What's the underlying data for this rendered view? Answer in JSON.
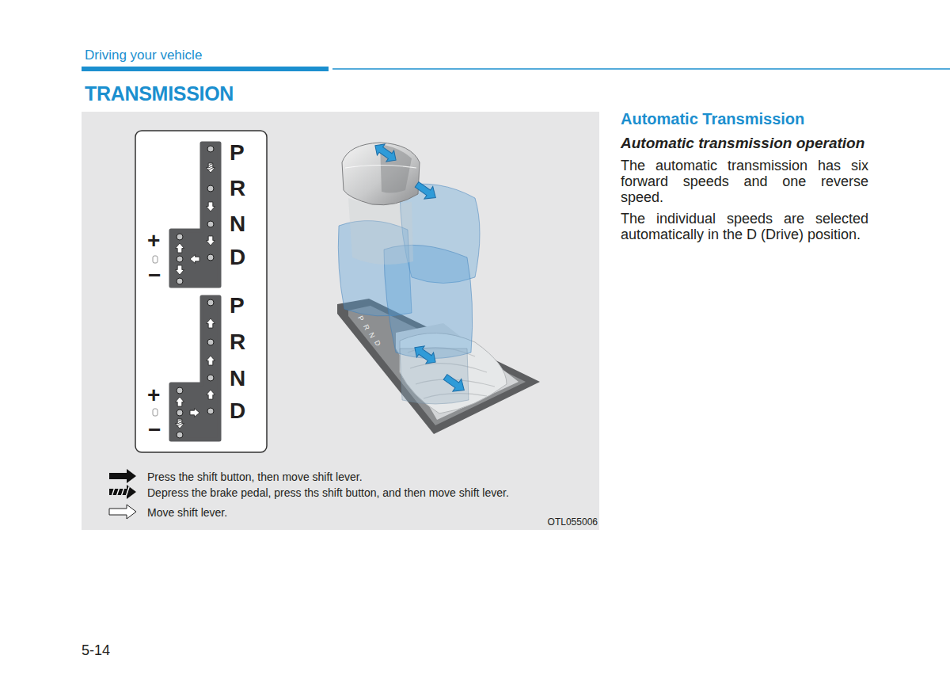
{
  "diagram": {
    "title": "TRANSMISSION",
    "labels": [
      "Driving your vehicle",
      "P",
      "R",
      "N",
      "D",
      "+",
      "−",
      "P",
      "R",
      "N",
      "D",
      "+",
      "−",
      "P",
      "R",
      "N",
      "D",
      "OTL055006",
      "Automatic Transmission",
      "Automatic transmission operation",
      "The automatic transmission has six forward speeds and one reverse speed.",
      "The individual speeds are selected automatically in the D (Drive) position.",
      "5-14"
    ],
    "legend": [
      {
        "text": "Press the shift button, then move shift lever."
      },
      {
        "text": "Depress the brake pedal, press ths shift button, and then move shift lever."
      },
      {
        "text": "Move shift lever."
      }
    ]
  }
}
